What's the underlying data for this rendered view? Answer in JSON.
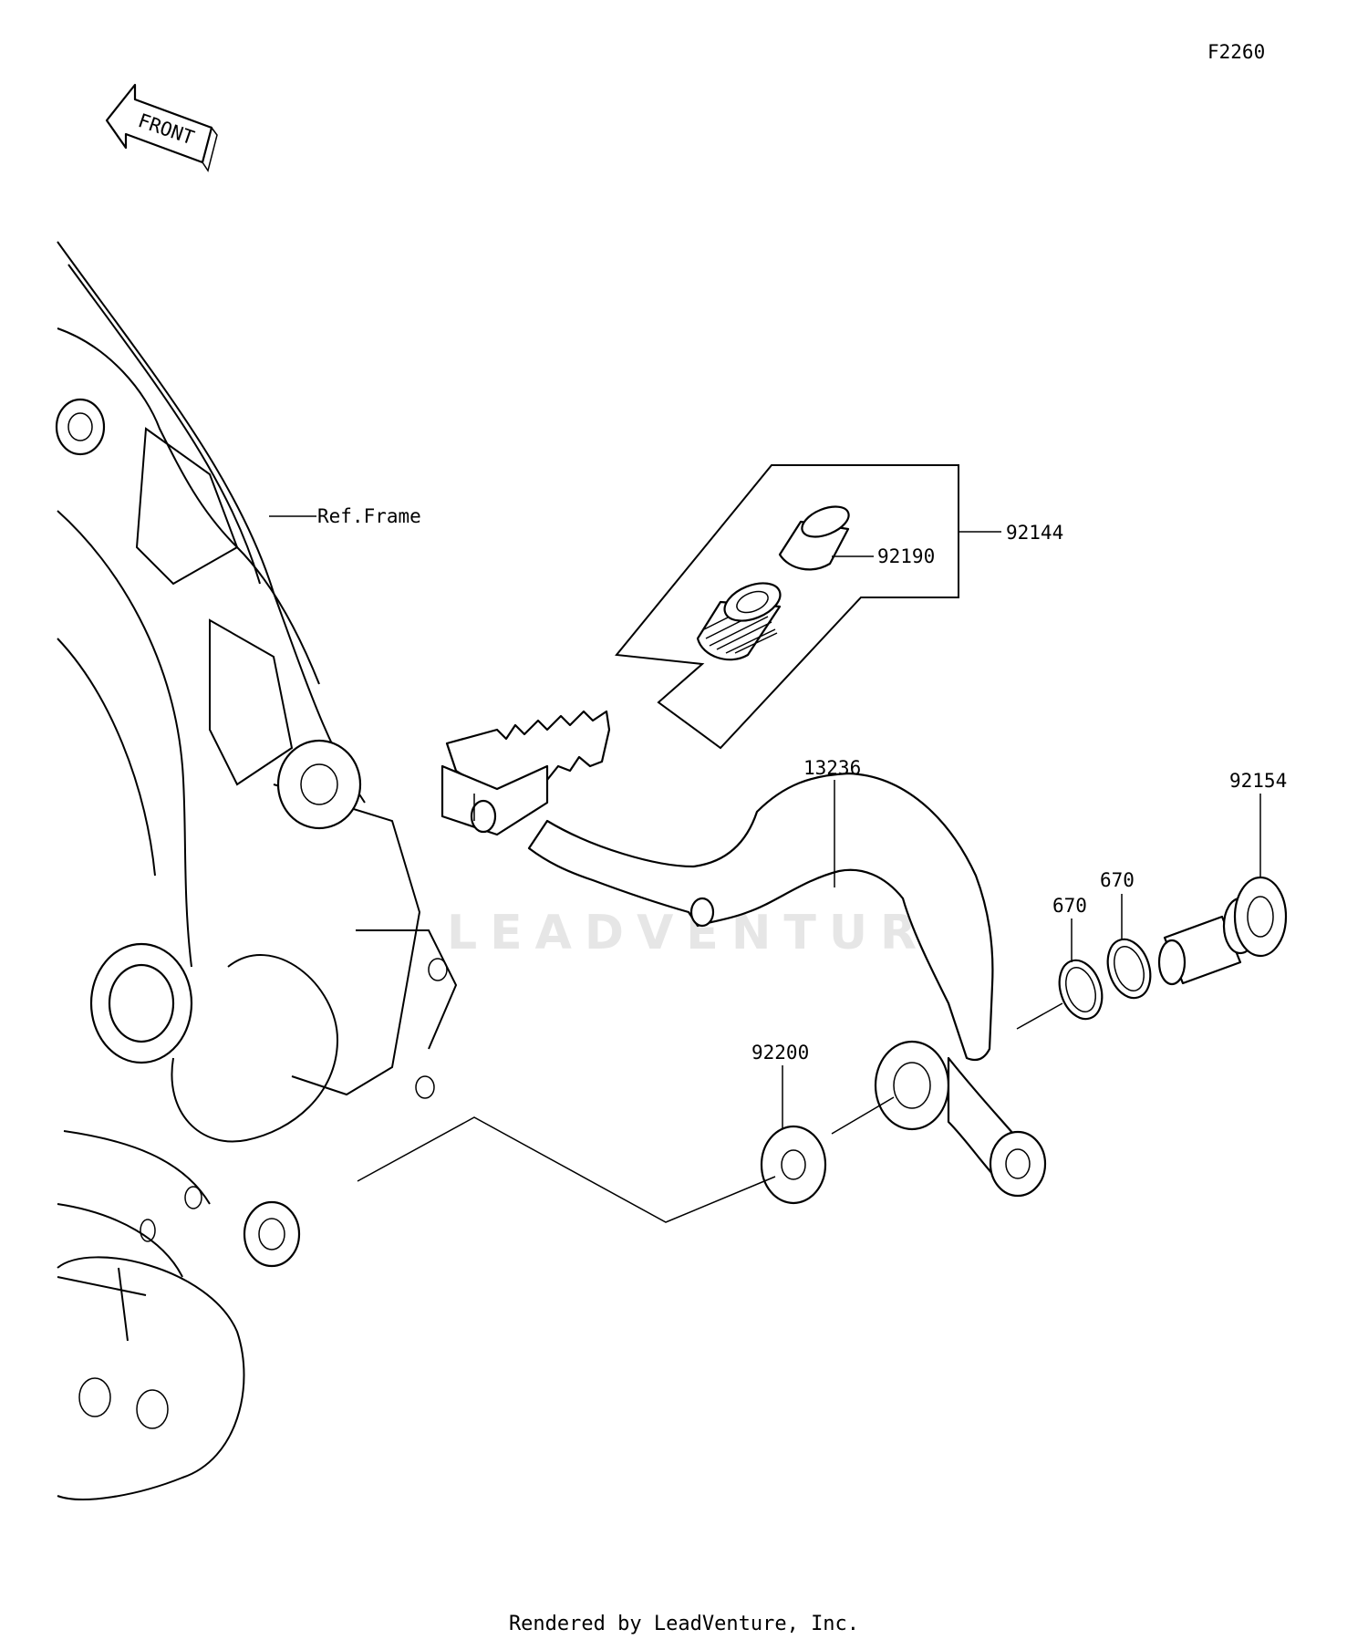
{
  "figure_code": "F2260",
  "front_arrow_label": "FRONT",
  "reference_label": "Ref.Frame",
  "watermark": "LEADVENTURE",
  "footer": "Rendered by LeadVenture, Inc.",
  "parts": {
    "p92144": "92144",
    "p92190": "92190",
    "p13236": "13236",
    "p92154": "92154",
    "p670a": "670",
    "p670b": "670",
    "p92200": "92200"
  }
}
